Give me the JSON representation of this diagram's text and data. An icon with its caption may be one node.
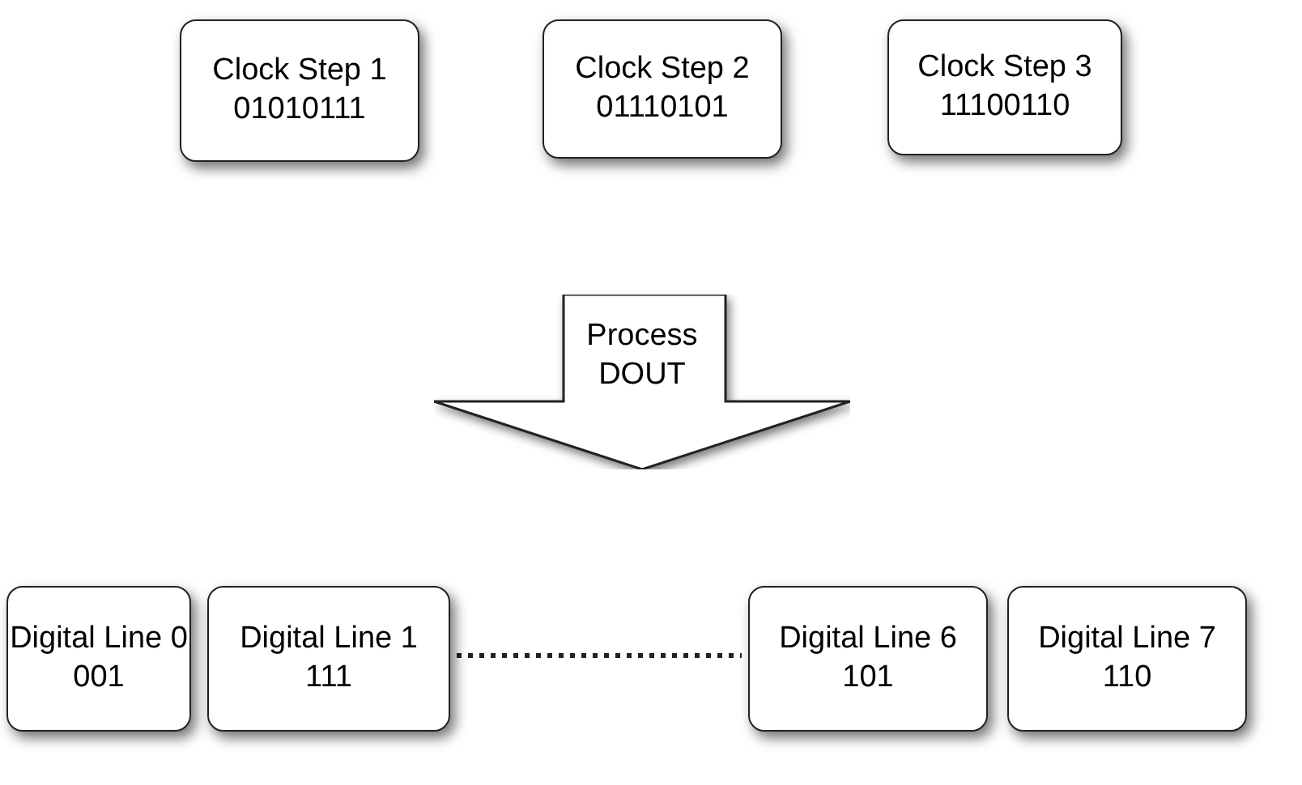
{
  "diagram": {
    "nodes": [
      {
        "text": [
          "Clock Step 1",
          "01010111"
        ]
      },
      {
        "text": [
          "Clock Step 2",
          "01110101"
        ]
      },
      {
        "text": [
          "Clock Step 3",
          "11100110"
        ]
      },
      {
        "text": [
          "Process DOUT"
        ]
      },
      {
        "text": [
          "Digital Line 0",
          "001"
        ]
      },
      {
        "text": [
          "Digital Line 1",
          "111"
        ]
      },
      {
        "text": [
          "Digital Line 6",
          "101"
        ]
      },
      {
        "text": [
          "Digital Line 7",
          "110"
        ]
      }
    ],
    "edges": [
      {
        "from": 5,
        "to": 6,
        "arrow": "none",
        "style": "dashed"
      }
    ]
  }
}
